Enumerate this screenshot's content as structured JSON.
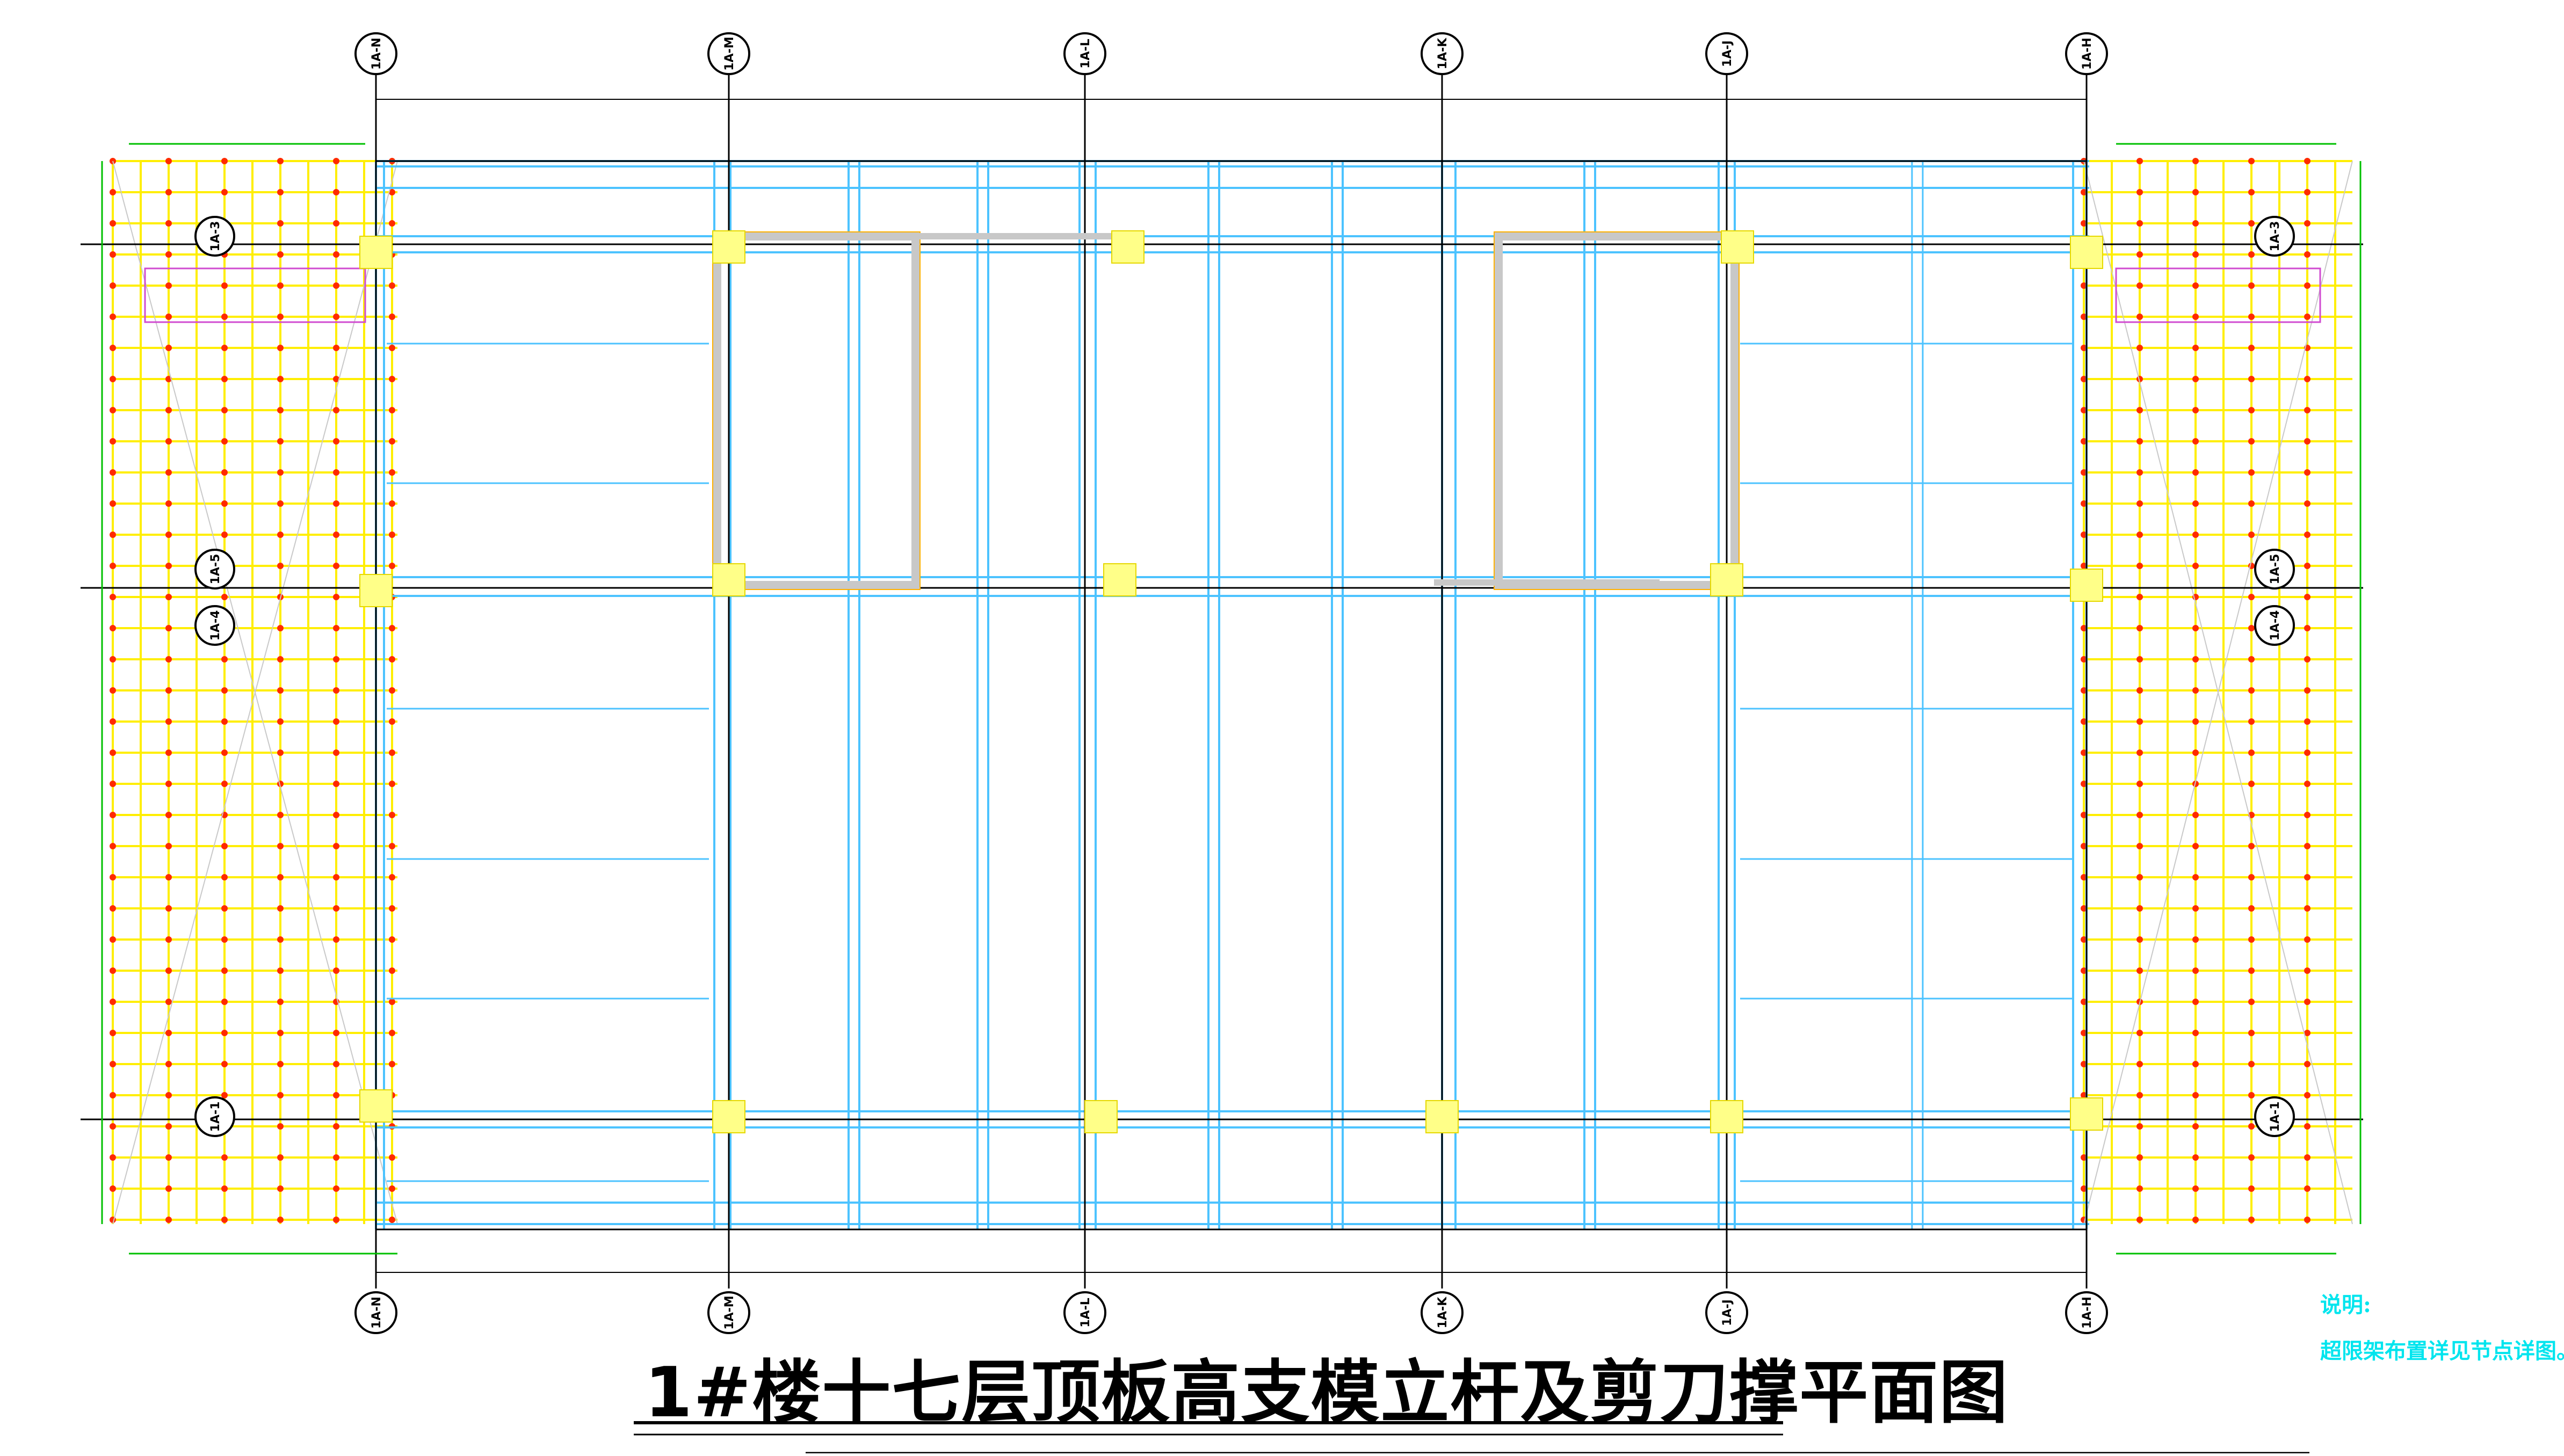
{
  "title": "1#楼十七层顶板高支模立杆及剪刀撑平面图",
  "notes": {
    "heading": "说明:",
    "body": "超限架布置详见节点详图。"
  },
  "axes": {
    "top": [
      "1A-N",
      "1A-M",
      "1A-L",
      "1A-K",
      "1A-J",
      "1A-H"
    ],
    "bottom": [
      "1A-N",
      "1A-M",
      "1A-L",
      "1A-K",
      "1A-J",
      "1A-H"
    ],
    "left": [
      "1A-3",
      "1A-5",
      "1A-4",
      "1A-1"
    ],
    "right": [
      "1A-3",
      "1A-5",
      "1A-4",
      "1A-1"
    ]
  },
  "colors": {
    "beam_line": "#4cc3ff",
    "frame_line": "#000000",
    "scaffold_pole": "#ffee00",
    "pole_dot": "#ff2a00",
    "dim_line": "#00c000",
    "column": "#ffff88",
    "core_wall": "#c8c8c8",
    "wall_edge": "#ffb000",
    "note_text": "#00e5ee",
    "brace": "#d04bd0"
  }
}
